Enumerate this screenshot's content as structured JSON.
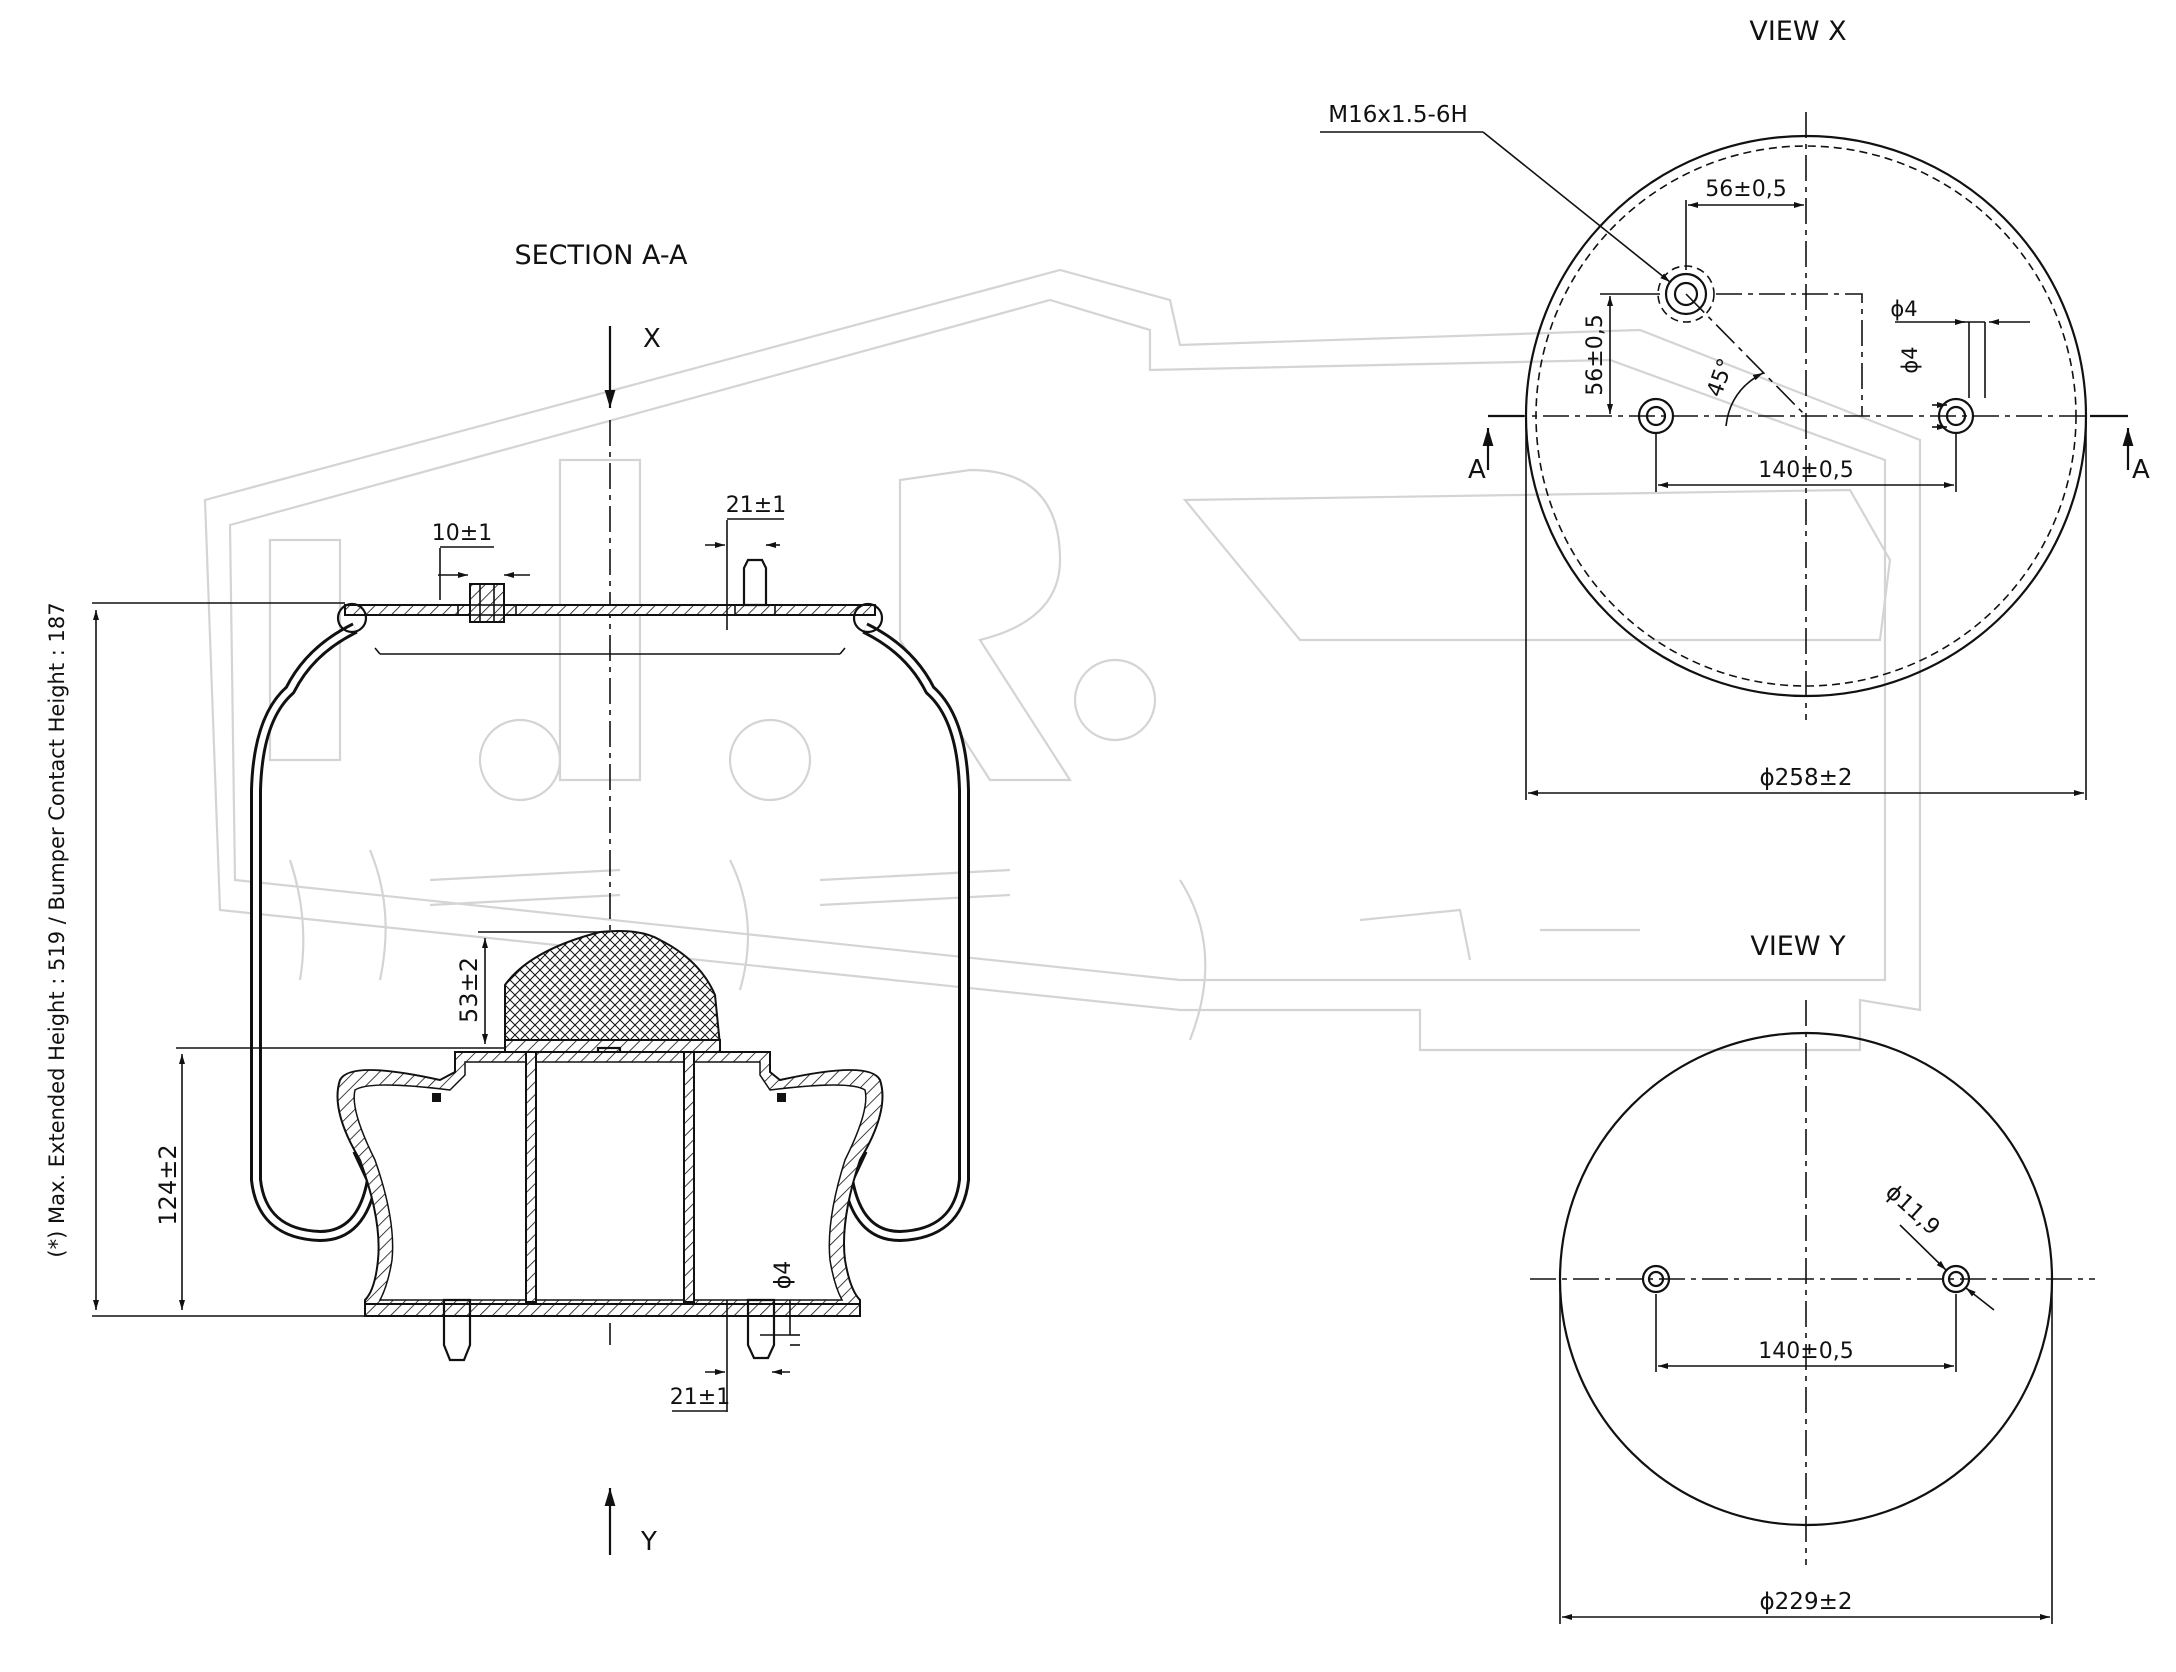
{
  "labels": {
    "section": "SECTION A-A",
    "view_x": "VIEW X",
    "view_y": "VIEW Y",
    "arrow_x": "X",
    "arrow_y": "Y",
    "cut_left": "A",
    "cut_right": "A",
    "vertical_note": "(*) Max. Extended Height : 519 / Bumper Contact Height : 187"
  },
  "dimensions": {
    "top_pin_width": "10±1",
    "top_stud_offset": "21±1",
    "bumper_height": "53±2",
    "piston_height": "124±2",
    "bottom_hole_dia": "ϕ4",
    "bottom_stud_offset": "21±1",
    "thread": "M16x1.5-6H",
    "view_x_horizontal_offset": "56±0,5",
    "view_x_vertical_offset": "56±0,5",
    "view_x_angle": "45°",
    "view_x_hole_dia_1": "ϕ4",
    "view_x_hole_dia_2": "ϕ4",
    "view_x_stud_spacing": "140±0,5",
    "view_x_diameter": "ϕ258±2",
    "view_y_hole_dia": "ϕ11,9",
    "view_y_stud_spacing": "140±0,5",
    "view_y_diameter": "ϕ229±2"
  }
}
